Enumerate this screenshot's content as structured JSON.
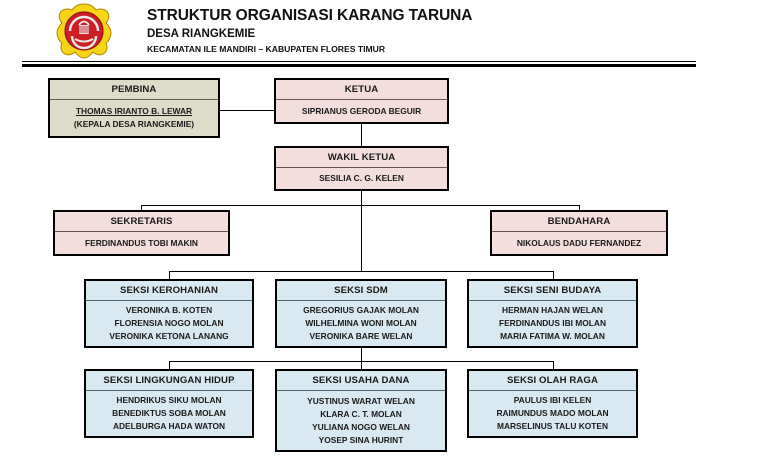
{
  "header": {
    "logo_icon": "karang-taruna-emblem-icon",
    "title": "STRUKTUR ORGANISASI KARANG TARUNA",
    "subtitle": "DESA RIANGKEMIE",
    "subtitle2": "KECAMATAN ILE MANDIRI – KABUPATEN FLORES TIMUR"
  },
  "colors": {
    "khaki": "#dcdcc8",
    "pink": "#f3dedd",
    "blue": "#d9e9f1",
    "border": "#000000"
  },
  "org": {
    "pembina": {
      "title": "PEMBINA",
      "members": [
        "THOMAS IRIANTO B. LEWAR",
        "(KEPALA DESA RIANGKEMIE)"
      ]
    },
    "ketua": {
      "title": "KETUA",
      "members": [
        "SIPRIANUS GERODA BEGUIR"
      ]
    },
    "wakil_ketua": {
      "title": "WAKIL KETUA",
      "members": [
        "SESILIA C. G. KELEN"
      ]
    },
    "sekretaris": {
      "title": "SEKRETARIS",
      "members": [
        "FERDINANDUS TOBI MAKIN"
      ]
    },
    "bendahara": {
      "title": "BENDAHARA",
      "members": [
        "NIKOLAUS DADU FERNANDEZ"
      ]
    },
    "seksi_kerohanian": {
      "title": "SEKSI KEROHANIAN",
      "members": [
        "VERONIKA B. KOTEN",
        "FLORENSIA NOGO MOLAN",
        "VERONIKA KETONA LANANG"
      ]
    },
    "seksi_sdm": {
      "title": "SEKSI SDM",
      "members": [
        "GREGORIUS GAJAK MOLAN",
        "WILHELMINA WONI MOLAN",
        "VERONIKA BARE WELAN"
      ]
    },
    "seksi_seni_budaya": {
      "title": "SEKSI SENI BUDAYA",
      "members": [
        "HERMAN HAJAN WELAN",
        "FERDINANDUS IBI MOLAN",
        "MARIA FATIMA W. MOLAN"
      ]
    },
    "seksi_lingkungan_hidup": {
      "title": "SEKSI LINGKUNGAN HIDUP",
      "members": [
        "HENDRIKUS SIKU MOLAN",
        "BENEDIKTUS SOBA MOLAN",
        "ADELBURGA HADA WATON"
      ]
    },
    "seksi_usaha_dana": {
      "title": "SEKSI USAHA DANA",
      "members": [
        "YUSTINUS WARAT WELAN",
        "KLARA C. T. MOLAN",
        "YULIANA NOGO WELAN",
        "YOSEP SINA HURINT"
      ]
    },
    "seksi_olah_raga": {
      "title": "SEKSI OLAH RAGA",
      "members": [
        "PAULUS IBI KELEN",
        "RAIMUNDUS MADO MOLAN",
        "MARSELINUS TALU KOTEN"
      ]
    }
  }
}
